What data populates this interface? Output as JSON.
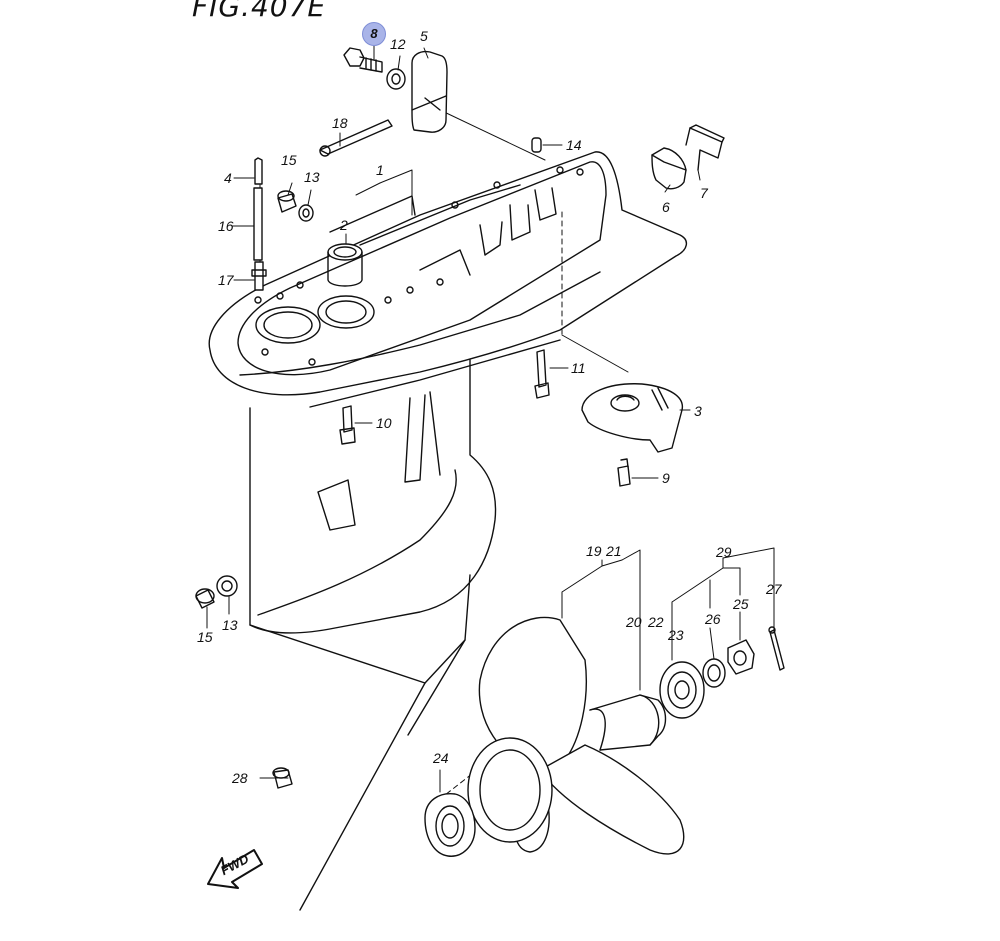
{
  "figure": {
    "title": "FIG.407E",
    "fwd_label": "FWD"
  },
  "callouts": {
    "c1": "1",
    "c2": "2",
    "c3": "3",
    "c4": "4",
    "c5": "5",
    "c6": "6",
    "c7": "7",
    "c8": "8",
    "c9": "9",
    "c10": "10",
    "c11": "11",
    "c12": "12",
    "c13a": "13",
    "c13b": "13",
    "c14": "14",
    "c15a": "15",
    "c15b": "15",
    "c16": "16",
    "c17": "17",
    "c18": "18",
    "c19": "19",
    "c20": "20",
    "c21": "21",
    "c22": "22",
    "c23": "23",
    "c24": "24",
    "c25": "25",
    "c26": "26",
    "c27": "27",
    "c28": "28",
    "c29": "29"
  },
  "highlight": {
    "selected_part": "8",
    "color": "#a9b4e8"
  }
}
